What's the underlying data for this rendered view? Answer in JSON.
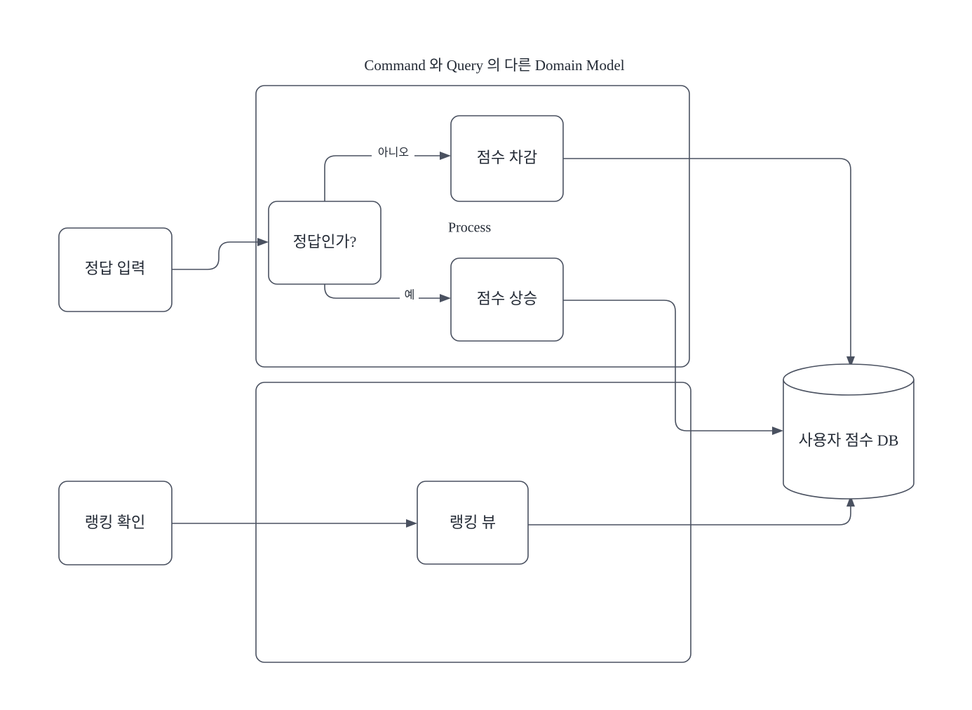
{
  "title": "Command 와 Query 의 다른  Domain Model",
  "colors": {
    "stroke": "#4a5160",
    "text": "#232a35",
    "background": "#ffffff",
    "fill": "#ffffff"
  },
  "groups": [
    {
      "id": "process-group",
      "label": "Process"
    },
    {
      "id": "query-group",
      "label": ""
    }
  ],
  "nodes": {
    "answer_input": "정답 입력",
    "is_correct": "정답인가?",
    "score_deduct": "점수 차감",
    "score_increase": "점수 상승",
    "ranking_check": "랭킹 확인",
    "ranking_view": "랭킹 뷰",
    "score_db": "사용자 점수 DB"
  },
  "edge_labels": {
    "no": "아니오",
    "yes": "예"
  },
  "edges": [
    {
      "from": "answer_input",
      "to": "is_correct",
      "label": ""
    },
    {
      "from": "is_correct",
      "to": "score_deduct",
      "label": "아니오"
    },
    {
      "from": "is_correct",
      "to": "score_increase",
      "label": "예"
    },
    {
      "from": "score_deduct",
      "to": "score_db",
      "label": ""
    },
    {
      "from": "score_increase",
      "to": "score_db",
      "label": ""
    },
    {
      "from": "ranking_check",
      "to": "ranking_view",
      "label": ""
    },
    {
      "from": "ranking_view",
      "to": "score_db",
      "label": ""
    }
  ]
}
